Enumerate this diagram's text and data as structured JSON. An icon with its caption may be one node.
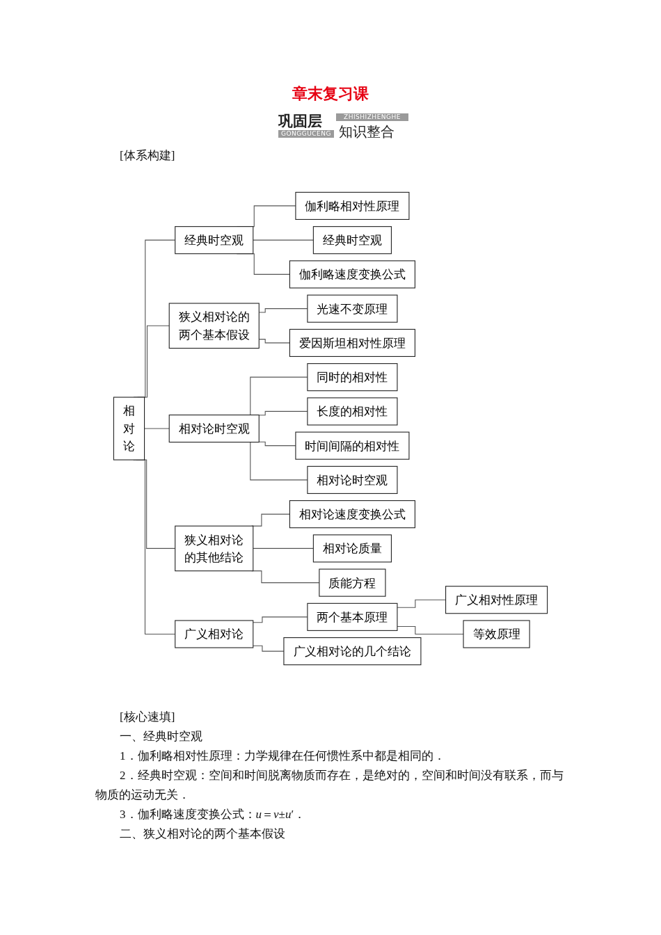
{
  "diagram": {
    "title": "章末复习课",
    "nodes": [
      {
        "text": [
          "相对论"
        ]
      },
      {
        "text": [
          "经典时空观"
        ]
      },
      {
        "text": [
          "伽利略相对性原理"
        ]
      },
      {
        "text": [
          "经典时空观"
        ]
      },
      {
        "text": [
          "伽利略速度变换公式"
        ]
      },
      {
        "text": [
          "狭义相对论的两个基本假设"
        ]
      },
      {
        "text": [
          "光速不变原理"
        ]
      },
      {
        "text": [
          "爱因斯坦相对性原理"
        ]
      },
      {
        "text": [
          "相对论时空观"
        ]
      },
      {
        "text": [
          "同时的相对性"
        ]
      },
      {
        "text": [
          "长度的相对性"
        ]
      },
      {
        "text": [
          "时间间隔的相对性"
        ]
      },
      {
        "text": [
          "相对论时空观"
        ]
      },
      {
        "text": [
          "狭义相对论的其他结论"
        ]
      },
      {
        "text": [
          "相对论速度变换公式"
        ]
      },
      {
        "text": [
          "相对论质量"
        ]
      },
      {
        "text": [
          "质能方程"
        ]
      },
      {
        "text": [
          "广义相对论"
        ]
      },
      {
        "text": [
          "两个基本原理"
        ]
      },
      {
        "text": [
          "广义相对性原理"
        ]
      },
      {
        "text": [
          "等效原理"
        ]
      },
      {
        "text": [
          "广义相对论的几个结论"
        ]
      }
    ],
    "edges": [
      {
        "from": 0,
        "to": 1,
        "arrow": "none"
      },
      {
        "from": 0,
        "to": 5,
        "arrow": "none"
      },
      {
        "from": 0,
        "to": 8,
        "arrow": "none"
      },
      {
        "from": 0,
        "to": 13,
        "arrow": "none"
      },
      {
        "from": 0,
        "to": 17,
        "arrow": "none"
      },
      {
        "from": 1,
        "to": 2,
        "arrow": "none"
      },
      {
        "from": 1,
        "to": 3,
        "arrow": "none"
      },
      {
        "from": 1,
        "to": 4,
        "arrow": "none"
      },
      {
        "from": 5,
        "to": 6,
        "arrow": "none"
      },
      {
        "from": 5,
        "to": 7,
        "arrow": "none"
      },
      {
        "from": 8,
        "to": 9,
        "arrow": "none"
      },
      {
        "from": 8,
        "to": 10,
        "arrow": "none"
      },
      {
        "from": 8,
        "to": 11,
        "arrow": "none"
      },
      {
        "from": 8,
        "to": 12,
        "arrow": "none"
      },
      {
        "from": 13,
        "to": 14,
        "arrow": "none"
      },
      {
        "from": 13,
        "to": 15,
        "arrow": "none"
      },
      {
        "from": 13,
        "to": 16,
        "arrow": "none"
      },
      {
        "from": 17,
        "to": 18,
        "arrow": "none"
      },
      {
        "from": 17,
        "to": 21,
        "arrow": "none"
      },
      {
        "from": 18,
        "to": 19,
        "arrow": "none"
      },
      {
        "from": 18,
        "to": 20,
        "arrow": "none"
      }
    ],
    "labels": [
      "巩固层",
      "GONGGUCENG",
      "ZHISHIZHENGHE",
      "知识整合",
      "[体系构建]",
      "[核心速填]",
      "一、经典时空观",
      "1．伽利略相对性原理：力学规律在任何惯性系中都是相同的．",
      "2．经典时空观：空间和时间脱离物质而存在，是绝对的，空间和时间没有联系，而与物质的运动无关．",
      "3．伽利略速度变换公式：*u*＝*v*±*u*′．",
      "二、狭义相对论的两个基本假设"
    ]
  }
}
